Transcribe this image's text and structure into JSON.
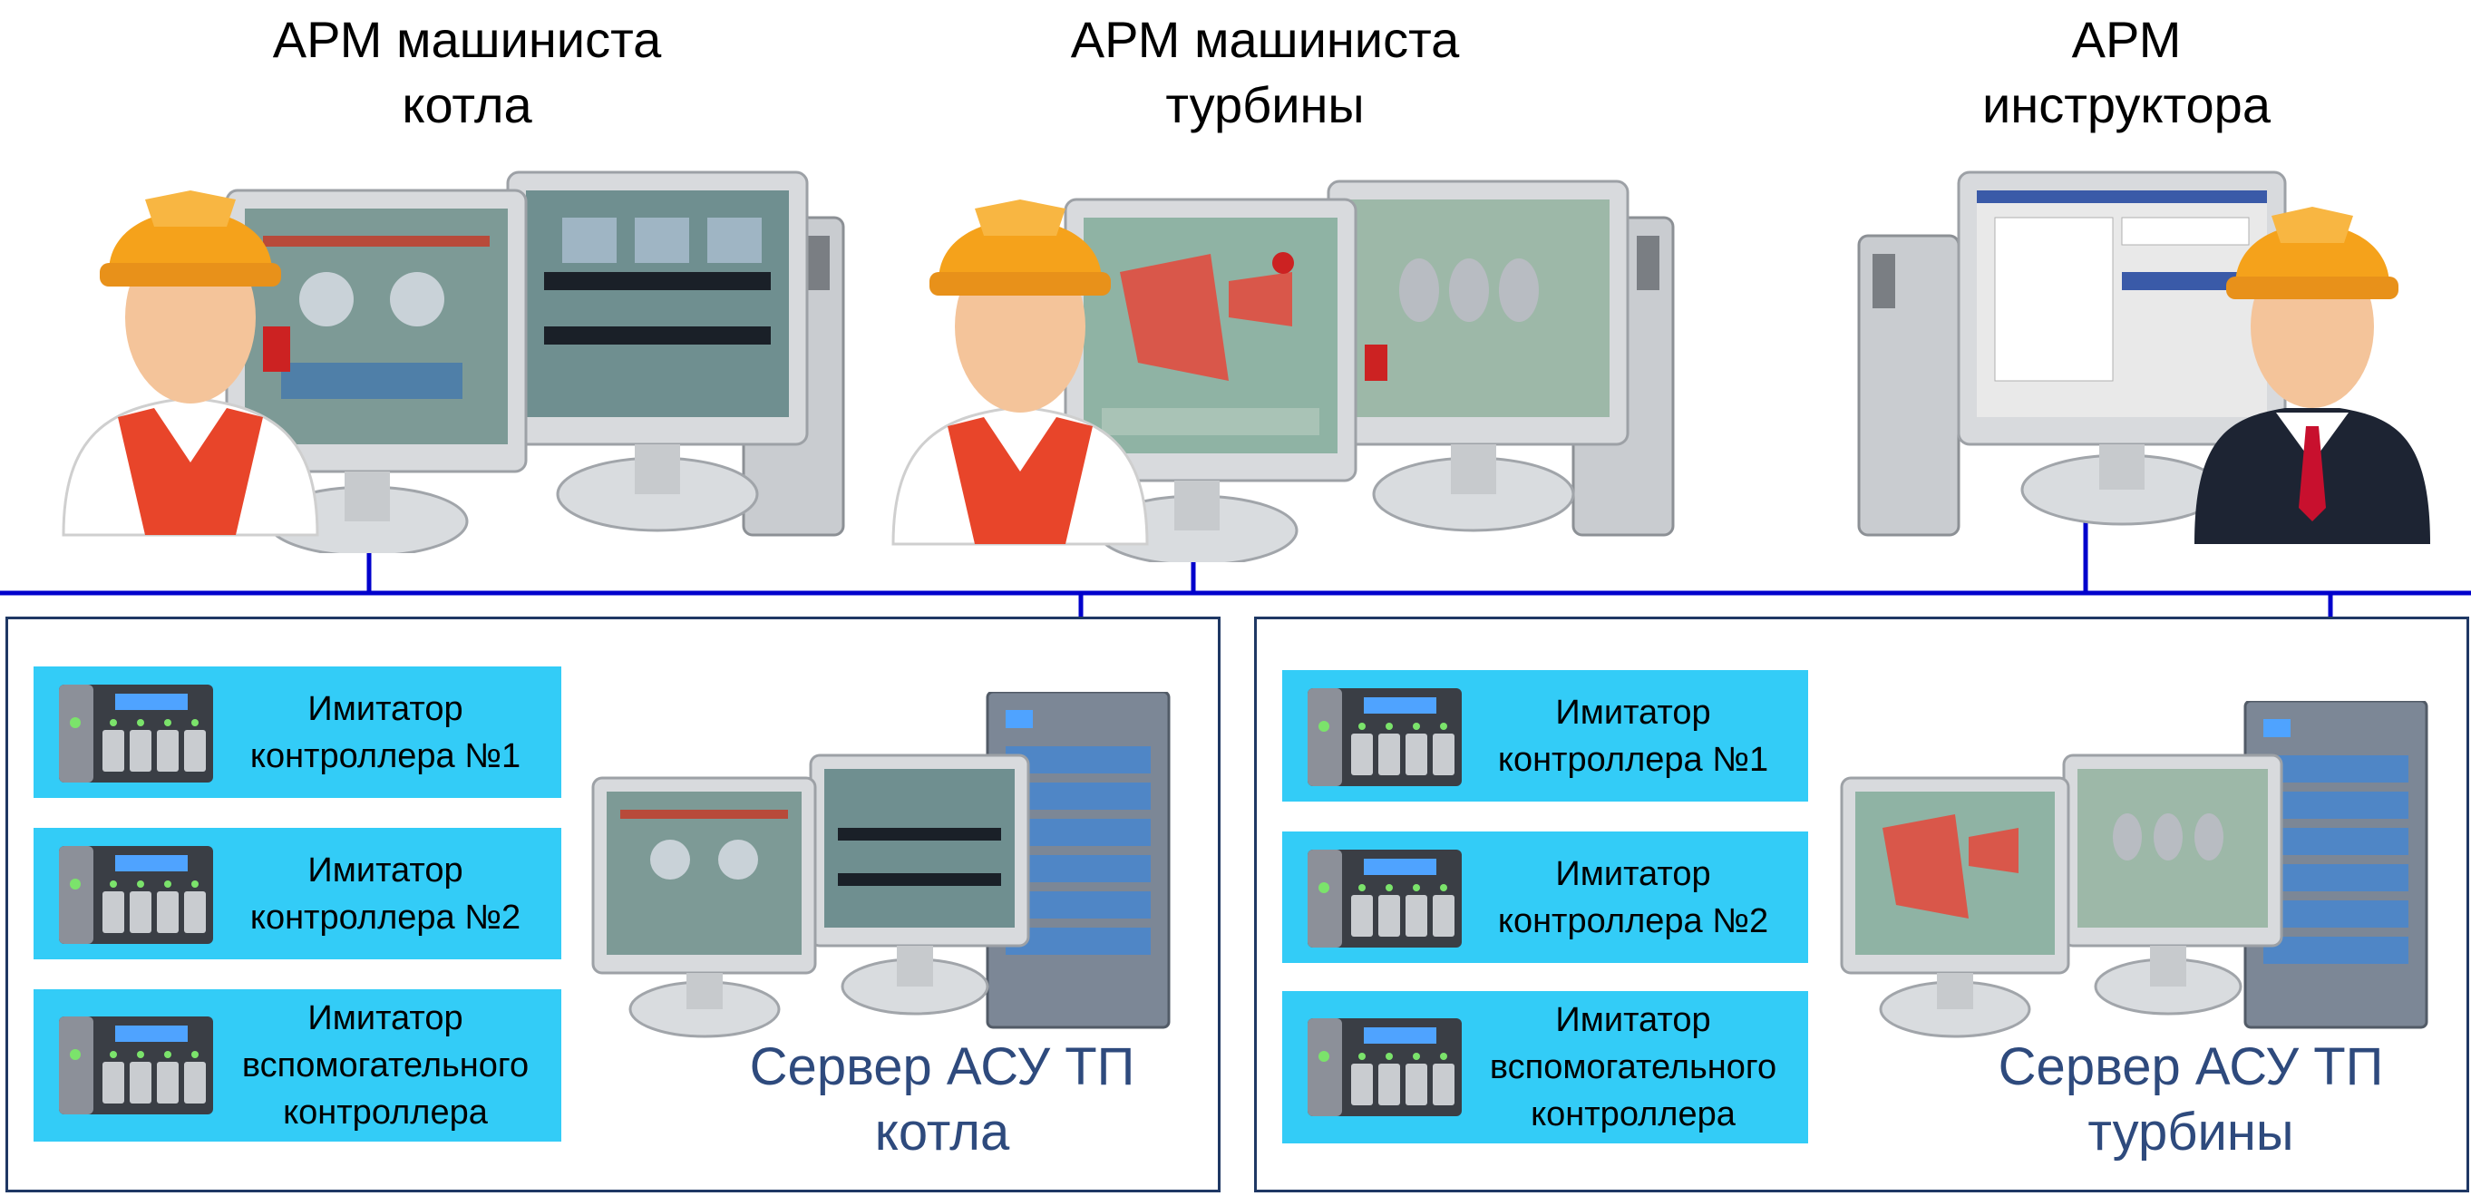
{
  "workstations": [
    {
      "name": "boiler-operator-workstation",
      "title_lines": [
        "АРМ машиниста",
        "котла"
      ]
    },
    {
      "name": "turbine-operator-workstation",
      "title_lines": [
        "АРМ машиниста",
        "турбины"
      ]
    },
    {
      "name": "instructor-workstation",
      "title_lines": [
        "АРМ",
        "инструктора"
      ]
    }
  ],
  "panels": [
    {
      "name": "boiler-server-panel",
      "controllers": [
        {
          "lines": [
            "Имитатор",
            "контроллера №1"
          ]
        },
        {
          "lines": [
            "Имитатор",
            "контроллера №2"
          ]
        },
        {
          "lines": [
            "Имитатор",
            "вспомогательного",
            "контроллера"
          ]
        }
      ],
      "server_lines": [
        "Сервер АСУ ТП",
        "котла"
      ]
    },
    {
      "name": "turbine-server-panel",
      "controllers": [
        {
          "lines": [
            "Имитатор",
            "контроллера №1"
          ]
        },
        {
          "lines": [
            "Имитатор",
            "контроллера №2"
          ]
        },
        {
          "lines": [
            "Имитатор",
            "вспомогательного",
            "контроллера"
          ]
        }
      ],
      "server_lines": [
        "Сервер АСУ ТП",
        "турбины"
      ]
    }
  ],
  "colors": {
    "network_line": "#0000cc",
    "panel_border": "#1f3864",
    "controller_fill": "#33ccf7",
    "server_label": "#2e4a7d",
    "helmet": "#f5a21b",
    "vest": "#e8452a",
    "suit": "#1d2433",
    "tie": "#c8102e"
  }
}
